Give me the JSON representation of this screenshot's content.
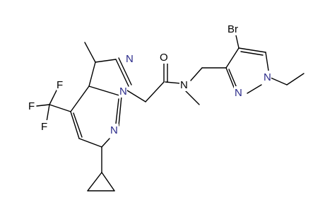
{
  "molecule": {
    "atoms": [
      {
        "id": "br",
        "symbol": "Br"
      },
      {
        "id": "o",
        "symbol": "O"
      },
      {
        "id": "n_amide",
        "symbol": "N"
      },
      {
        "id": "n_pz_left_top",
        "symbol": "N"
      },
      {
        "id": "n_pz_left_bottom",
        "symbol": "N"
      },
      {
        "id": "n_pyridine",
        "symbol": "N"
      },
      {
        "id": "n_pz_right_a",
        "symbol": "N"
      },
      {
        "id": "n_pz_right_b",
        "symbol": "N"
      },
      {
        "id": "f1",
        "symbol": "F"
      },
      {
        "id": "f2",
        "symbol": "F"
      },
      {
        "id": "f3",
        "symbol": "F"
      }
    ]
  }
}
